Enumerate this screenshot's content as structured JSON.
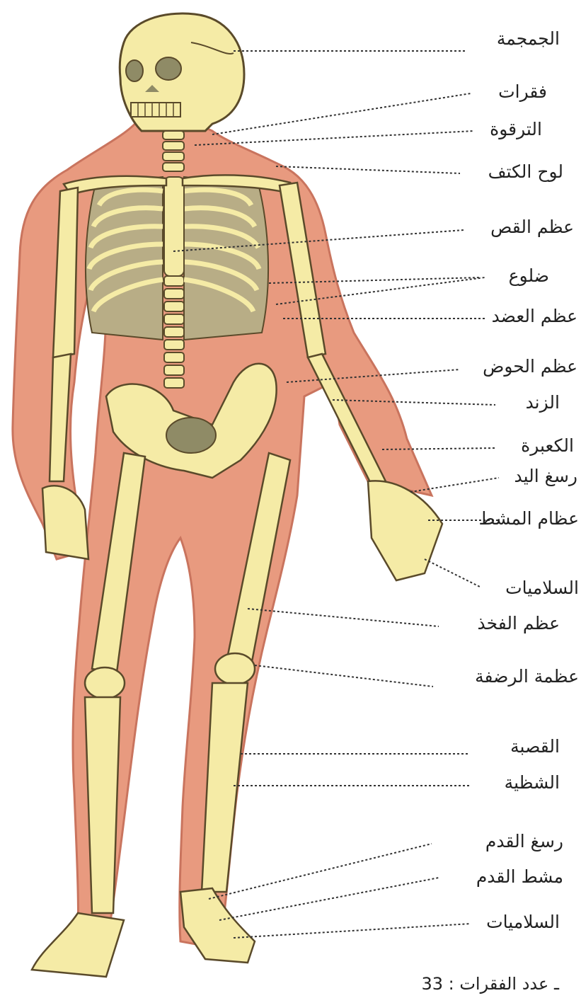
{
  "labels": [
    {
      "id": "skull",
      "text": "الجمجمة"
    },
    {
      "id": "vertebrae",
      "text": "فقرات"
    },
    {
      "id": "clavicle",
      "text": "الترقوة"
    },
    {
      "id": "scapula",
      "text": "لوح الكتف"
    },
    {
      "id": "sternum",
      "text": "عظم القص"
    },
    {
      "id": "ribs",
      "text": "ضلوع"
    },
    {
      "id": "humerus",
      "text": "عظم العضد"
    },
    {
      "id": "pelvis",
      "text": "عظم الحوض"
    },
    {
      "id": "ulna",
      "text": "الزند"
    },
    {
      "id": "radius",
      "text": "الكعبرة"
    },
    {
      "id": "carpals",
      "text": "رسغ اليد"
    },
    {
      "id": "metacarpals",
      "text": "عظام المشط"
    },
    {
      "id": "phalanges-hand",
      "text": "السلاميات"
    },
    {
      "id": "femur",
      "text": "عظم الفخذ"
    },
    {
      "id": "patella",
      "text": "عظمة الرضفة"
    },
    {
      "id": "tibia",
      "text": "القصبة"
    },
    {
      "id": "fibula",
      "text": "الشظية"
    },
    {
      "id": "tarsals",
      "text": "رسغ القدم"
    },
    {
      "id": "metatarsals",
      "text": "مشط القدم"
    },
    {
      "id": "phalanges-foot",
      "text": "السلاميات"
    }
  ],
  "footer": {
    "text": "ـ عدد الفقرات : 33"
  },
  "colors": {
    "body": "#e89a7f",
    "bodyEdge": "#c9745e",
    "bone": "#f5eba6",
    "boneEdge": "#5a4a2a",
    "shade": "#8f8b66"
  }
}
